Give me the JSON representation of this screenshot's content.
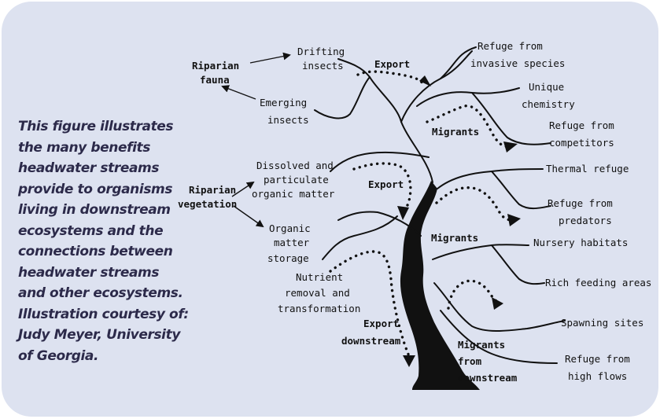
{
  "caption": {
    "lines": [
      "This figure illustrates",
      "the many benefits",
      "headwater streams",
      "provide to organisms",
      "living in downstream",
      "ecosystems and the",
      "connections between",
      "headwater streams",
      "and other ecosystems.",
      "Illustration courtesy of:",
      "Judy Meyer, University",
      "of Georgia."
    ]
  },
  "diagram": {
    "riparian_fauna": [
      "Riparian",
      "fauna"
    ],
    "drifting_insects": [
      "Drifting",
      "insects"
    ],
    "emerging_insects": [
      "Emerging",
      "insects"
    ],
    "export_top": "Export",
    "refuge_invasive": [
      "Refuge from",
      "invasive species"
    ],
    "unique_chemistry": [
      "Unique",
      "chemistry"
    ],
    "migrants_1": "Migrants",
    "refuge_competitors": [
      "Refuge from",
      "competitors"
    ],
    "riparian_vegetation": [
      "Riparian",
      "vegetation"
    ],
    "dissolved": [
      "Dissolved and",
      "particulate",
      "organic matter"
    ],
    "export_mid": "Export",
    "thermal_refuge": "Thermal refuge",
    "refuge_predators": [
      "Refuge from",
      "predators"
    ],
    "organic_storage": [
      "Organic",
      "matter",
      "storage"
    ],
    "migrants_2": "Migrants",
    "nursery": "Nursery habitats",
    "nutrient": [
      "Nutrient",
      "removal and",
      "transformation"
    ],
    "rich_feeding": "Rich feeding areas",
    "spawning": "Spawning sites",
    "export_downstream": [
      "Export",
      "downstream"
    ],
    "migrants_downstream": [
      "Migrants",
      "from",
      "downstream"
    ],
    "refuge_flows": [
      "Refuge from",
      "high flows"
    ]
  }
}
